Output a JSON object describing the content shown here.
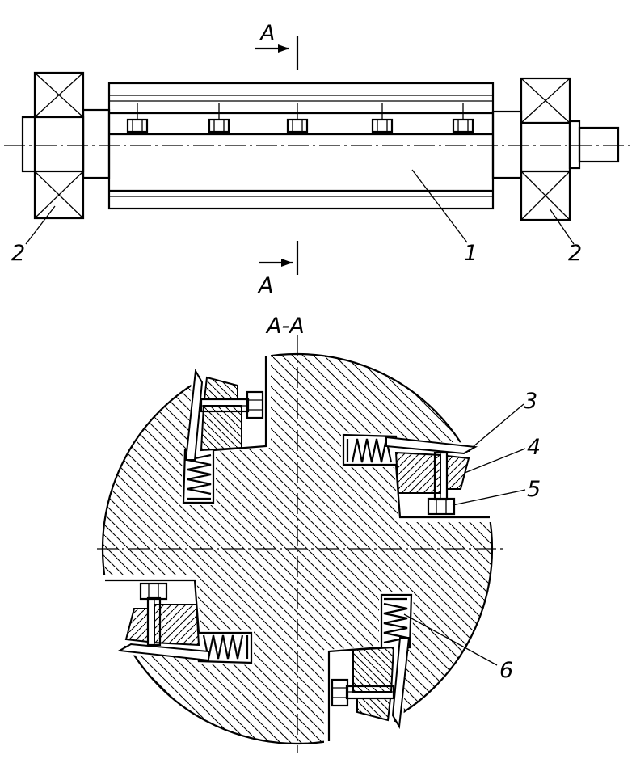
{
  "section_marker_top": "A",
  "section_marker_bottom": "A",
  "section_title": "A-A",
  "callouts": {
    "part_1": "1",
    "part_2_left": "2",
    "part_2_right": "2",
    "part_3": "3",
    "part_4": "4",
    "part_5": "5",
    "part_6": "6"
  }
}
